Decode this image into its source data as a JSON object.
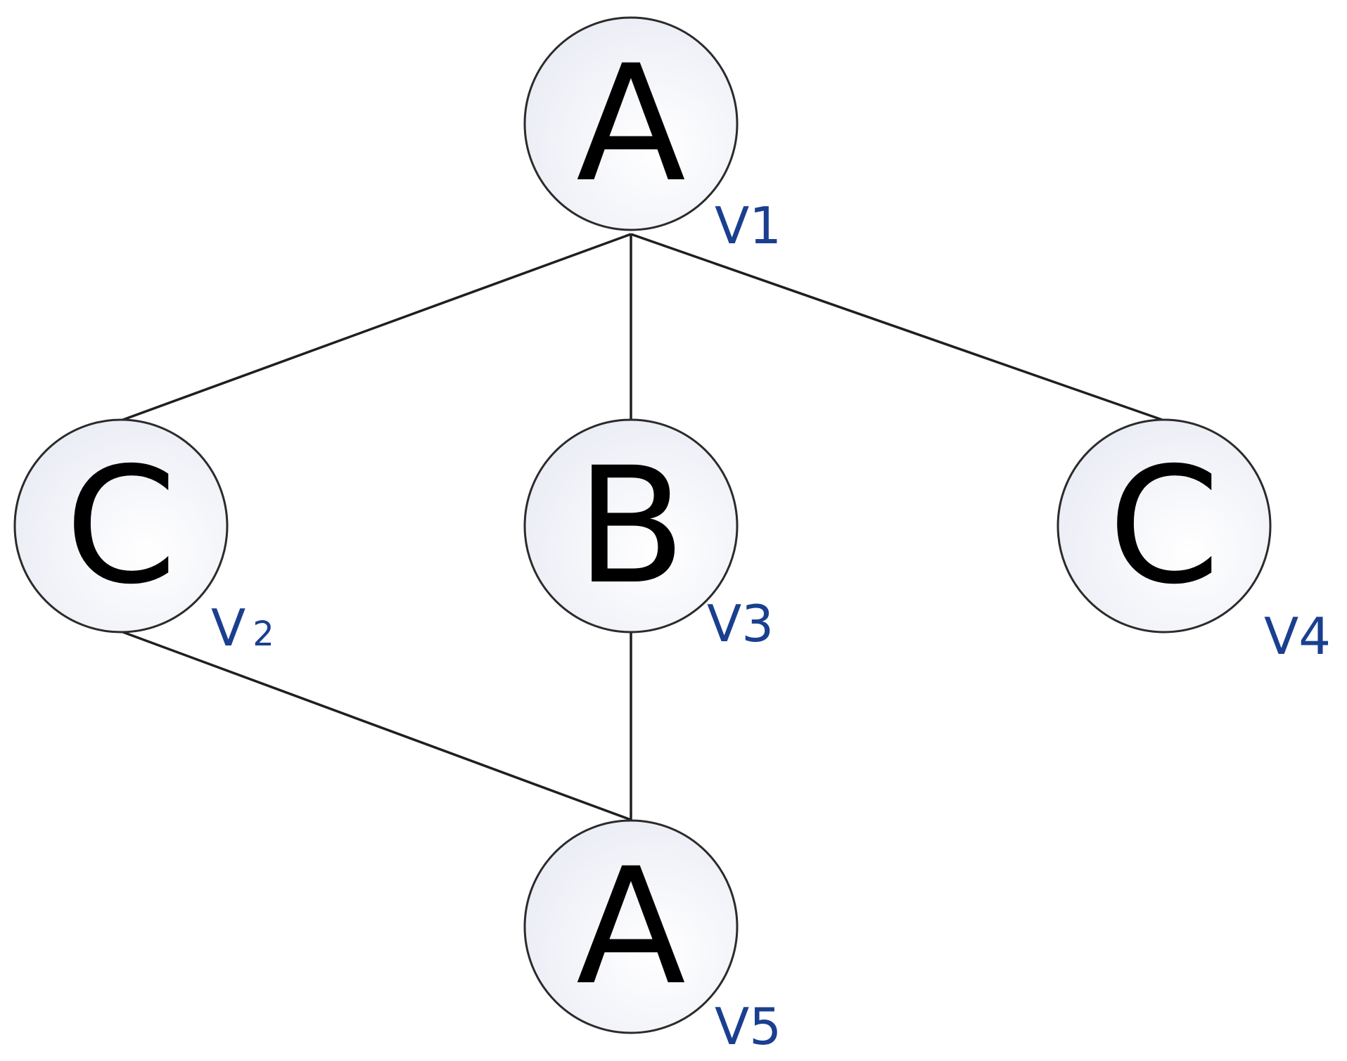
{
  "diagram": {
    "nodes": [
      {
        "id": "v1",
        "letter": "A",
        "label_main": "V1",
        "label_sub": ""
      },
      {
        "id": "v2",
        "letter": "C",
        "label_main": "V",
        "label_sub": "2"
      },
      {
        "id": "v3",
        "letter": "B",
        "label_main": "V3",
        "label_sub": ""
      },
      {
        "id": "v4",
        "letter": "C",
        "label_main": "V4",
        "label_sub": ""
      },
      {
        "id": "v5",
        "letter": "A",
        "label_main": "V5",
        "label_sub": ""
      }
    ],
    "edges": [
      {
        "from": "v1",
        "to": "v2"
      },
      {
        "from": "v1",
        "to": "v3"
      },
      {
        "from": "v1",
        "to": "v4"
      },
      {
        "from": "v2",
        "to": "v5"
      },
      {
        "from": "v3",
        "to": "v5"
      }
    ],
    "colors": {
      "node_fill_center": "#ffffff",
      "node_fill_edge": "#e9ebf4",
      "node_stroke": "#2b2b2b",
      "edge": "#1f1f1f",
      "letter": "#000000",
      "label": "#1a3f8f"
    }
  }
}
